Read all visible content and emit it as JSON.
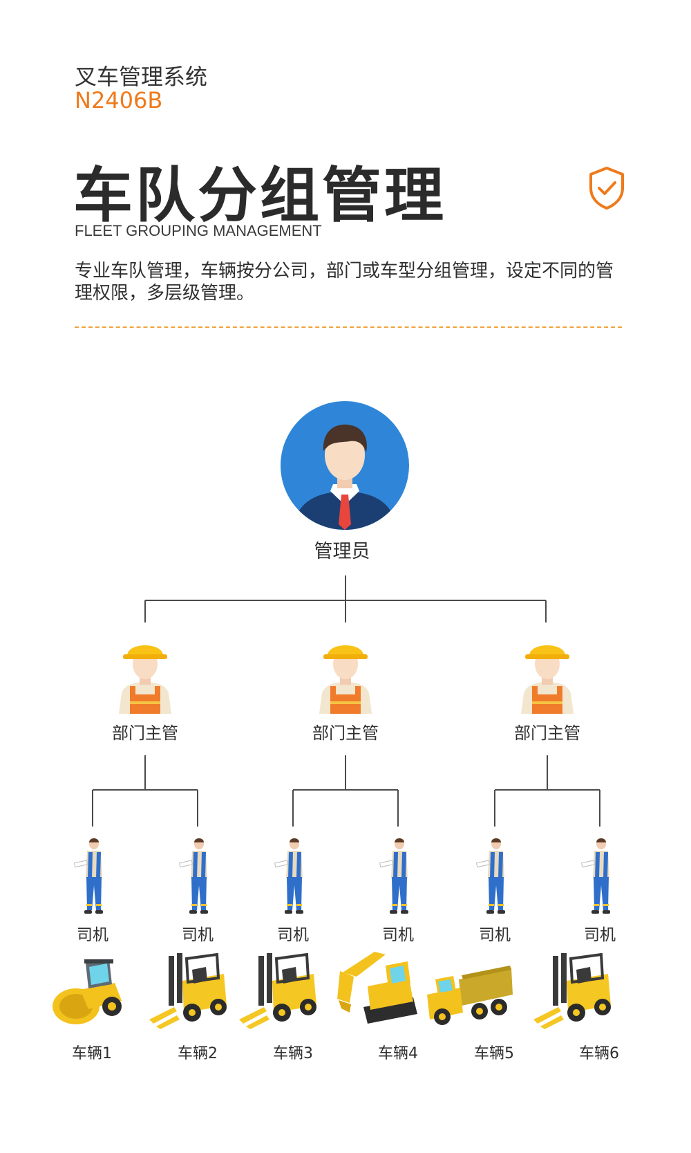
{
  "header": {
    "system_title": "叉车管理系统",
    "model_code": "N2406B",
    "main_title": "车队分组管理",
    "subtitle": "FLEET GROUPING MANAGEMENT",
    "description": "专业车队管理，车辆按分公司，部门或车型分组管理，设定不同的管理权限，多层级管理。",
    "badge_icon": "shield-check-icon"
  },
  "colors": {
    "accent": "#ef7a1c",
    "divider": "#f0a23a",
    "admin_circle": "#2f86d8",
    "line": "#4a4a4a"
  },
  "org_chart": {
    "admin": {
      "label": "管理员",
      "icon": "manager-avatar-icon"
    },
    "supervisors": [
      {
        "label": "部门主管",
        "icon": "worker-hardhat-icon"
      },
      {
        "label": "部门主管",
        "icon": "worker-hardhat-icon"
      },
      {
        "label": "部门主管",
        "icon": "worker-hardhat-icon"
      }
    ],
    "drivers": [
      {
        "label": "司机",
        "icon": "driver-icon"
      },
      {
        "label": "司机",
        "icon": "driver-icon"
      },
      {
        "label": "司机",
        "icon": "driver-icon"
      },
      {
        "label": "司机",
        "icon": "driver-icon"
      },
      {
        "label": "司机",
        "icon": "driver-icon"
      },
      {
        "label": "司机",
        "icon": "driver-icon"
      }
    ],
    "vehicles": [
      {
        "label": "车辆1",
        "icon": "road-roller-icon"
      },
      {
        "label": "车辆2",
        "icon": "forklift-icon"
      },
      {
        "label": "车辆3",
        "icon": "forklift-icon"
      },
      {
        "label": "车辆4",
        "icon": "excavator-icon"
      },
      {
        "label": "车辆5",
        "icon": "dump-truck-icon"
      },
      {
        "label": "车辆6",
        "icon": "forklift-icon"
      }
    ]
  }
}
